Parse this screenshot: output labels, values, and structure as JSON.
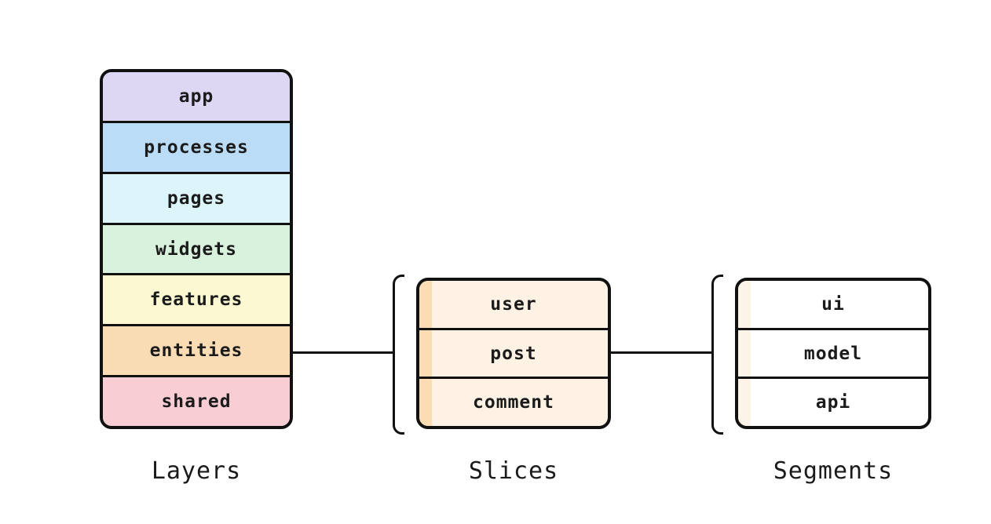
{
  "colors": {
    "stroke": "#111111",
    "canvas": "#ffffff",
    "text": "#1b1b1b"
  },
  "layers": {
    "caption": "Layers",
    "rows": [
      {
        "label": "app",
        "color": "#ded7f3"
      },
      {
        "label": "processes",
        "color": "#bbdcf7"
      },
      {
        "label": "pages",
        "color": "#dcf5fb"
      },
      {
        "label": "widgets",
        "color": "#d9f2dd"
      },
      {
        "label": "features",
        "color": "#fbf8d2"
      },
      {
        "label": "entities",
        "color": "#fadcb4"
      },
      {
        "label": "shared",
        "color": "#f9cdd4"
      }
    ]
  },
  "slices": {
    "caption": "Slices",
    "fill": "#fdf2e3",
    "stripe": "#fbdcb4",
    "rows": [
      {
        "label": "user"
      },
      {
        "label": "post"
      },
      {
        "label": "comment"
      }
    ]
  },
  "segments": {
    "caption": "Segments",
    "fill": "#ffffff",
    "stripe": "#fdf4e9",
    "rows": [
      {
        "label": "ui"
      },
      {
        "label": "model"
      },
      {
        "label": "api"
      }
    ]
  }
}
